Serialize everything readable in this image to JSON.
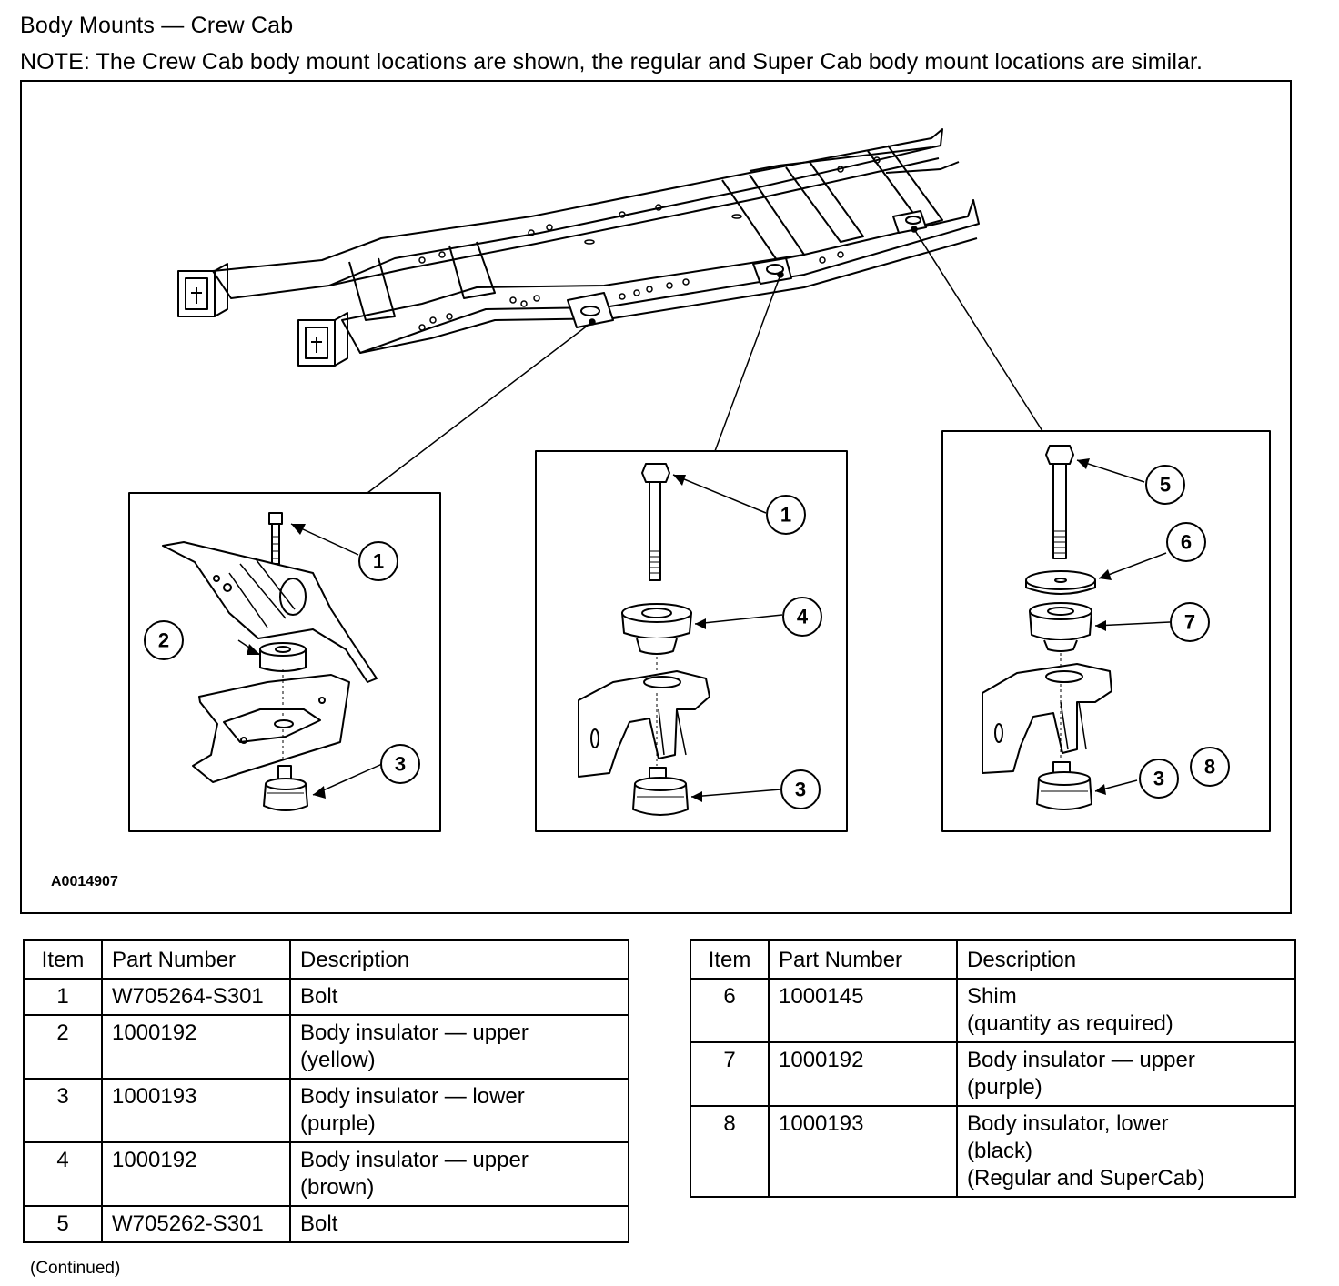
{
  "title": "Body Mounts — Crew Cab",
  "note": "NOTE: The Crew Cab body mount locations are shown, the regular and Super Cab body mount locations are similar.",
  "figure": {
    "ref_code": "A0014907",
    "callouts": [
      "1",
      "2",
      "3",
      "1",
      "4",
      "3",
      "5",
      "6",
      "7",
      "3",
      "8"
    ]
  },
  "tables": {
    "headers": {
      "item": "Item",
      "part_number": "Part Number",
      "description": "Description"
    },
    "left": [
      {
        "item": "1",
        "part_number": "W705264-S301",
        "description": [
          "Bolt"
        ]
      },
      {
        "item": "2",
        "part_number": "1000192",
        "description": [
          "Body insulator — upper",
          "(yellow)"
        ]
      },
      {
        "item": "3",
        "part_number": "1000193",
        "description": [
          "Body insulator — lower",
          "(purple)"
        ]
      },
      {
        "item": "4",
        "part_number": "1000192",
        "description": [
          "Body insulator — upper",
          "(brown)"
        ]
      },
      {
        "item": "5",
        "part_number": "W705262-S301",
        "description": [
          "Bolt"
        ]
      }
    ],
    "right": [
      {
        "item": "6",
        "part_number": "1000145",
        "description": [
          "Shim",
          "(quantity as required)"
        ]
      },
      {
        "item": "7",
        "part_number": "1000192",
        "description": [
          "Body insulator — upper",
          "(purple)"
        ]
      },
      {
        "item": "8",
        "part_number": "1000193",
        "description": [
          "Body insulator, lower",
          "(black)",
          "(Regular and SuperCab)"
        ]
      }
    ]
  },
  "continued": "(Continued)"
}
